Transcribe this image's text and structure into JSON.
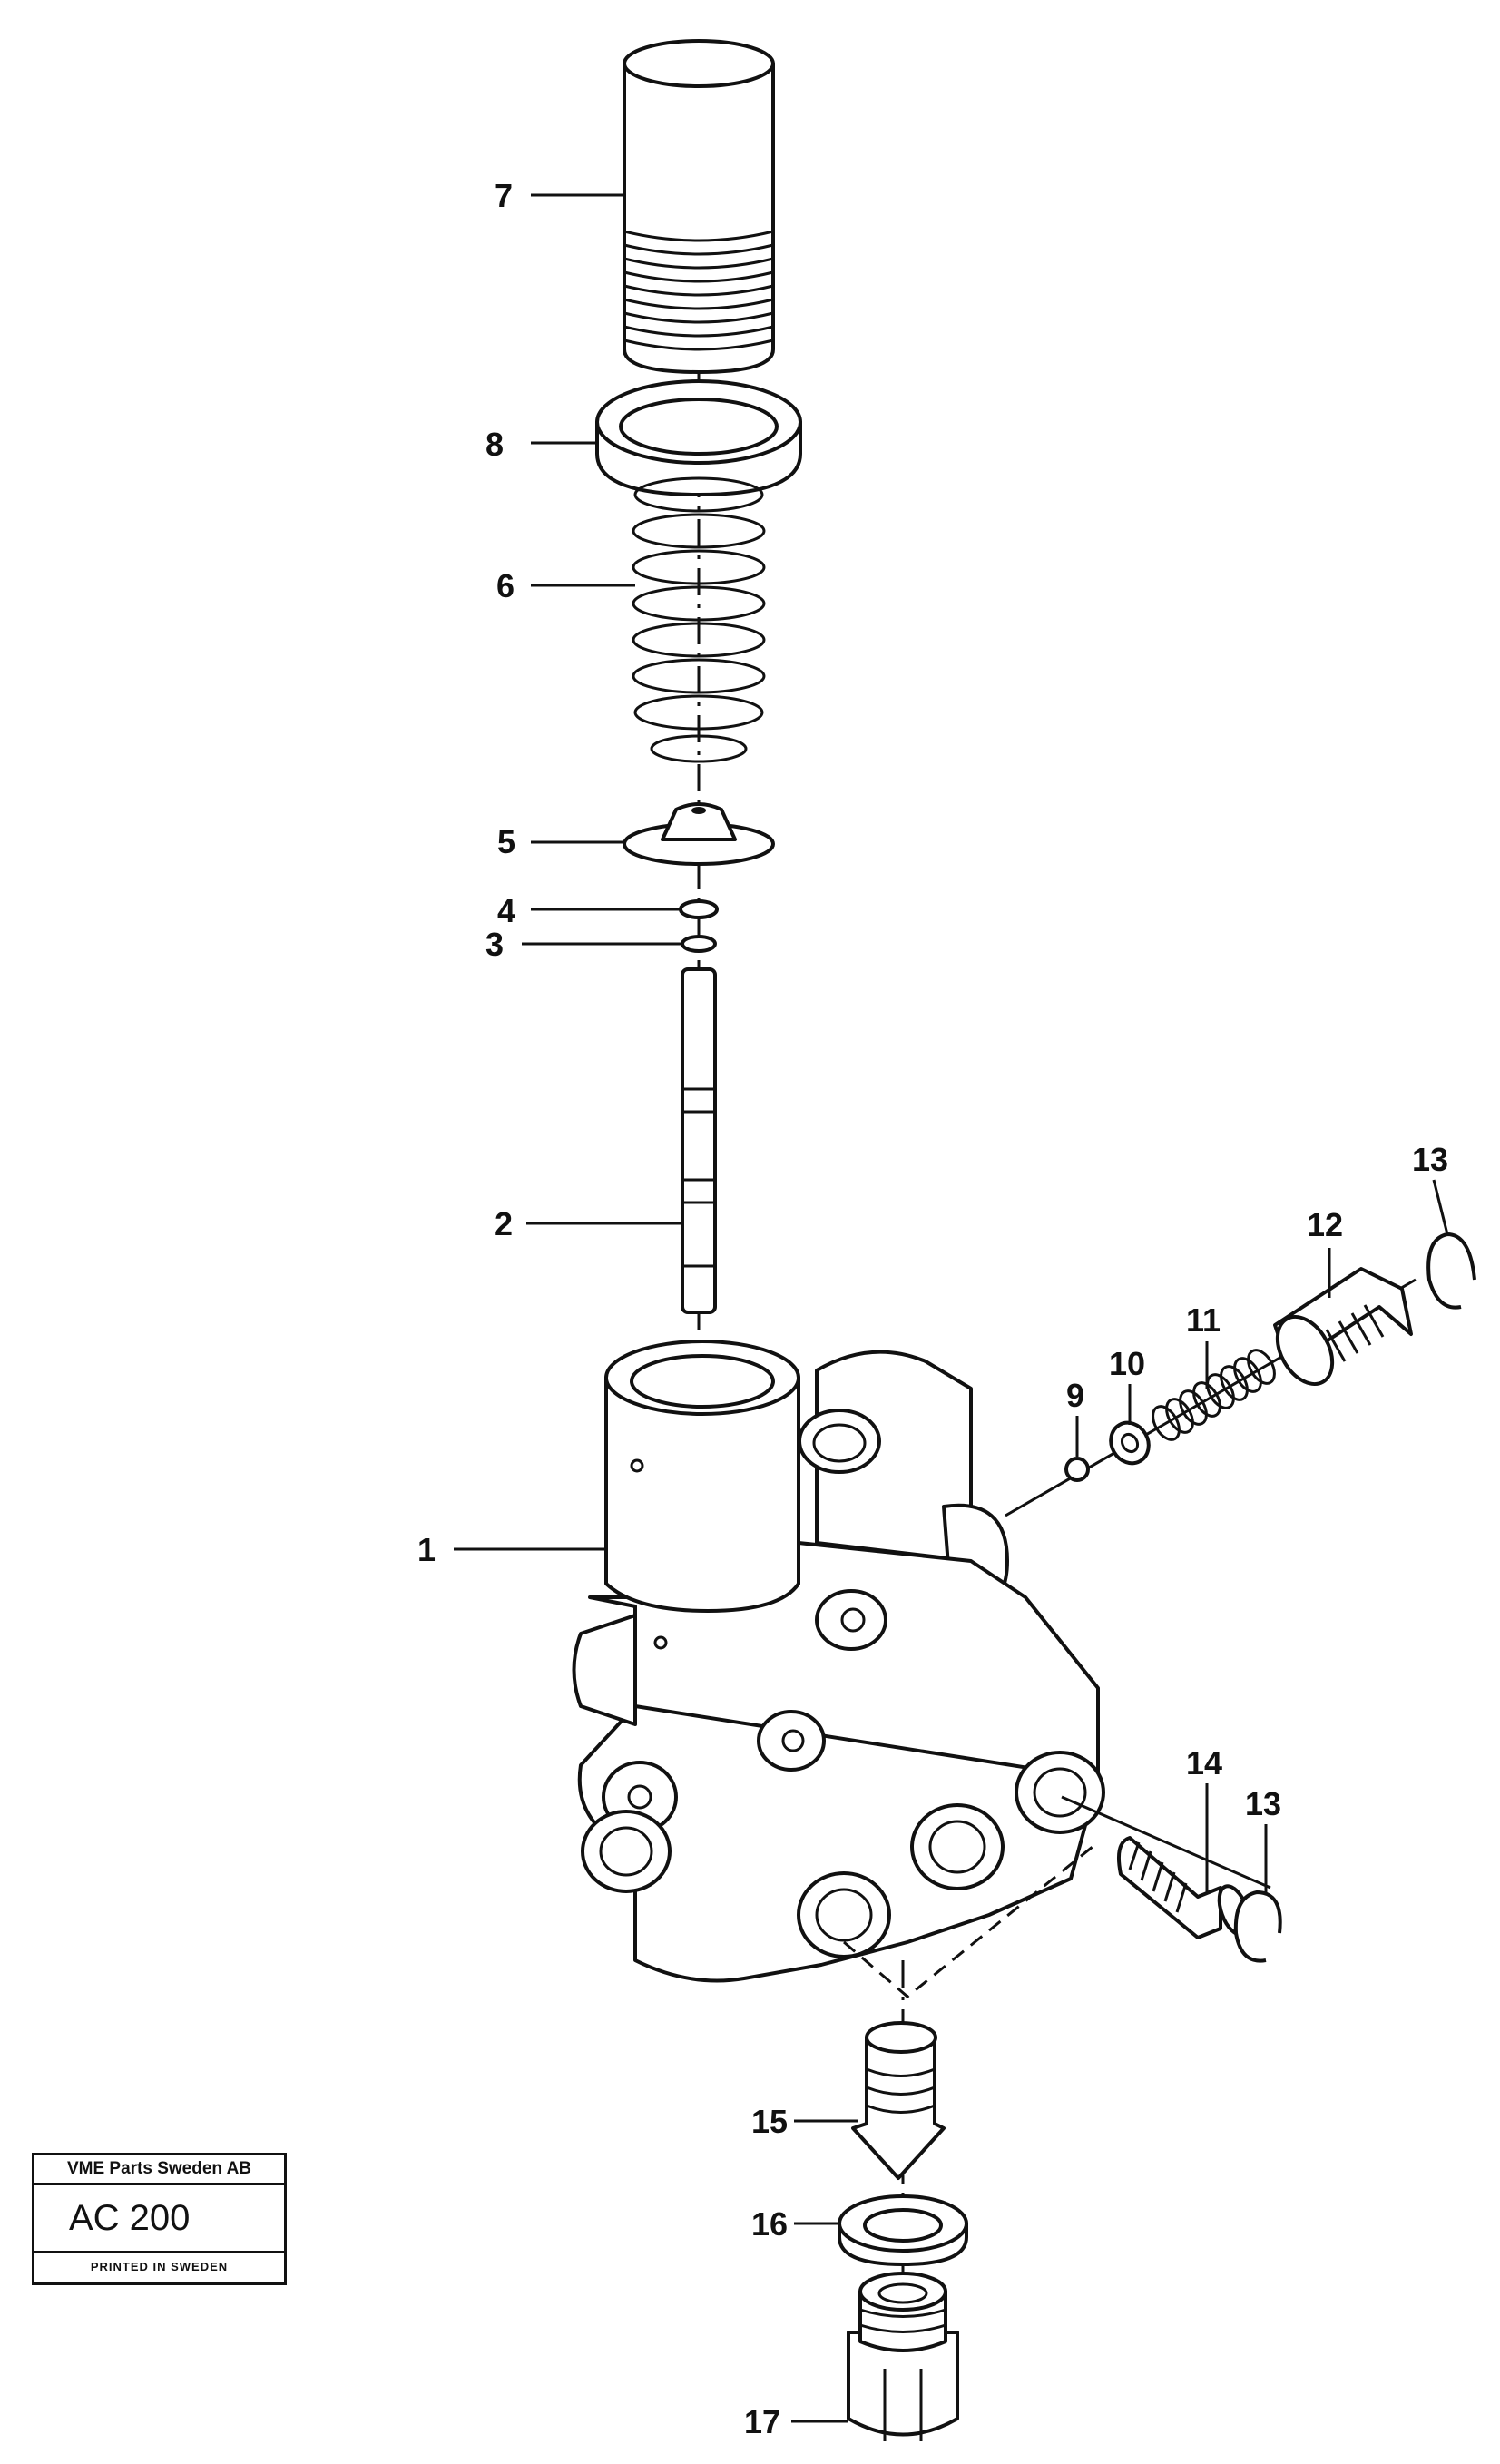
{
  "callouts": [
    "1",
    "2",
    "3",
    "4",
    "5",
    "6",
    "7",
    "8",
    "9",
    "10",
    "11",
    "12",
    "13",
    "13",
    "14",
    "15",
    "16",
    "17"
  ],
  "title_block": {
    "company": "VME Parts Sweden AB",
    "code": "AC 200",
    "printed": "PRINTED IN SWEDEN"
  }
}
